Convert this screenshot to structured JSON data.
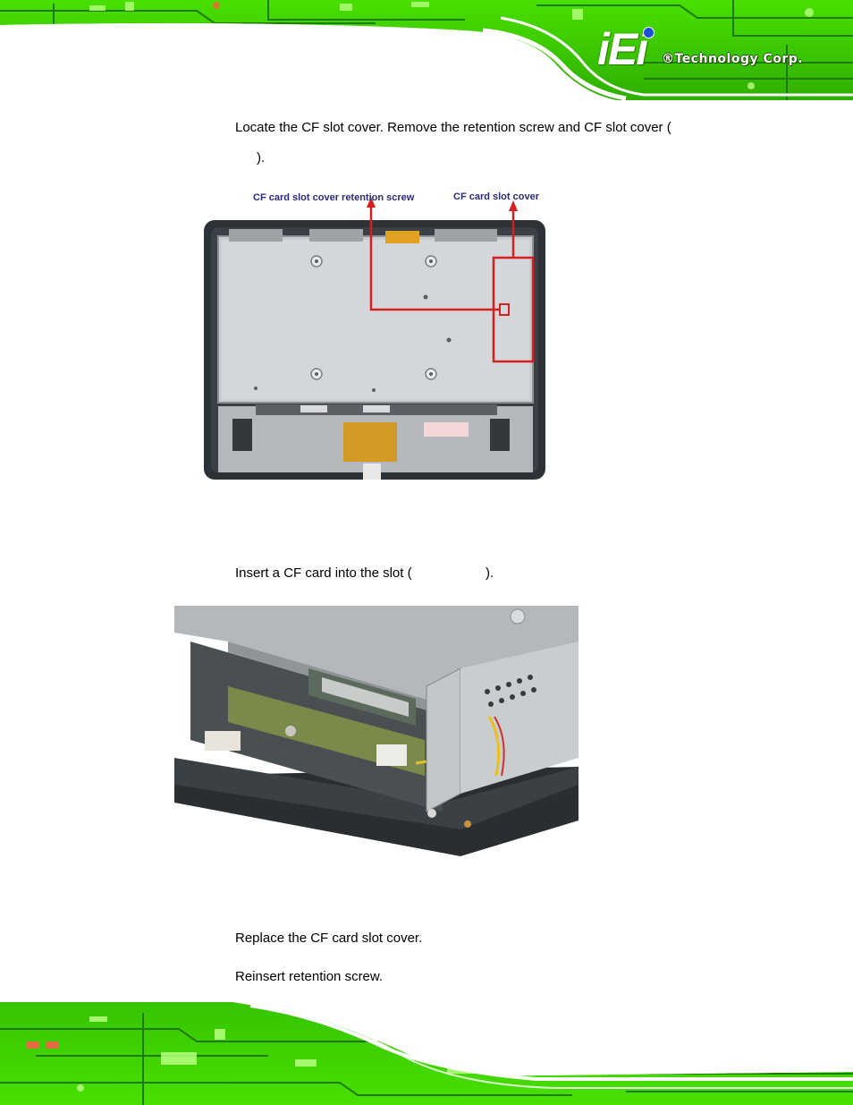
{
  "header": {
    "logo_mark": "iEi",
    "logo_text": "®Technology Corp."
  },
  "steps": {
    "step1_text": "Locate the CF slot cover. Remove the retention screw and CF slot cover (",
    "step1_cont": ").",
    "step2_text": "Insert a CF card into the slot (",
    "step2_cont": ").",
    "step3_text": "Replace the CF card slot cover.",
    "step4_text": "Reinsert retention screw."
  },
  "figure1": {
    "callout_screw": "CF card slot cover retention screw",
    "callout_cover": "CF card slot cover"
  },
  "colors": {
    "pcb_green": "#3fd400",
    "callout_red": "#d42020",
    "callout_text": "#2b2b7a",
    "logo_blue": "#1e4fd6"
  }
}
